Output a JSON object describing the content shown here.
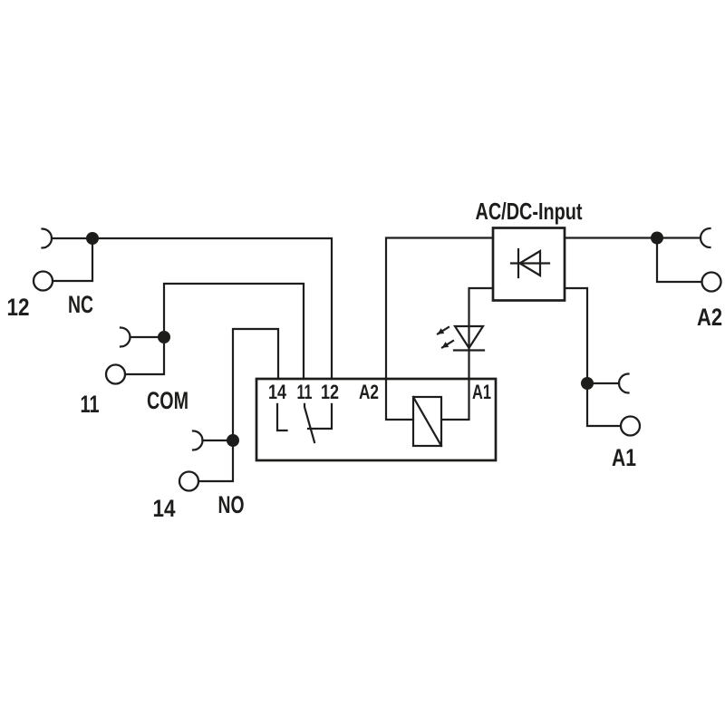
{
  "diagram": {
    "title": "AC/DC-Input",
    "output_terminals": [
      {
        "number": "12",
        "name": "NC"
      },
      {
        "number": "11",
        "name": "COM"
      },
      {
        "number": "14",
        "name": "NO"
      }
    ],
    "input_terminals": [
      {
        "name": "A2"
      },
      {
        "name": "A1"
      }
    ],
    "relay_block": {
      "contact_pins": [
        "14",
        "11",
        "12"
      ],
      "coil_pins": [
        "A2",
        "A1"
      ]
    },
    "symbols": [
      "socket-terminal",
      "screw-terminal",
      "junction-dot",
      "changeover-contact",
      "relay-coil",
      "rectifier-diode",
      "led-indicator"
    ],
    "colors": {
      "line": "#1d1d1b",
      "background": "#ffffff"
    }
  }
}
